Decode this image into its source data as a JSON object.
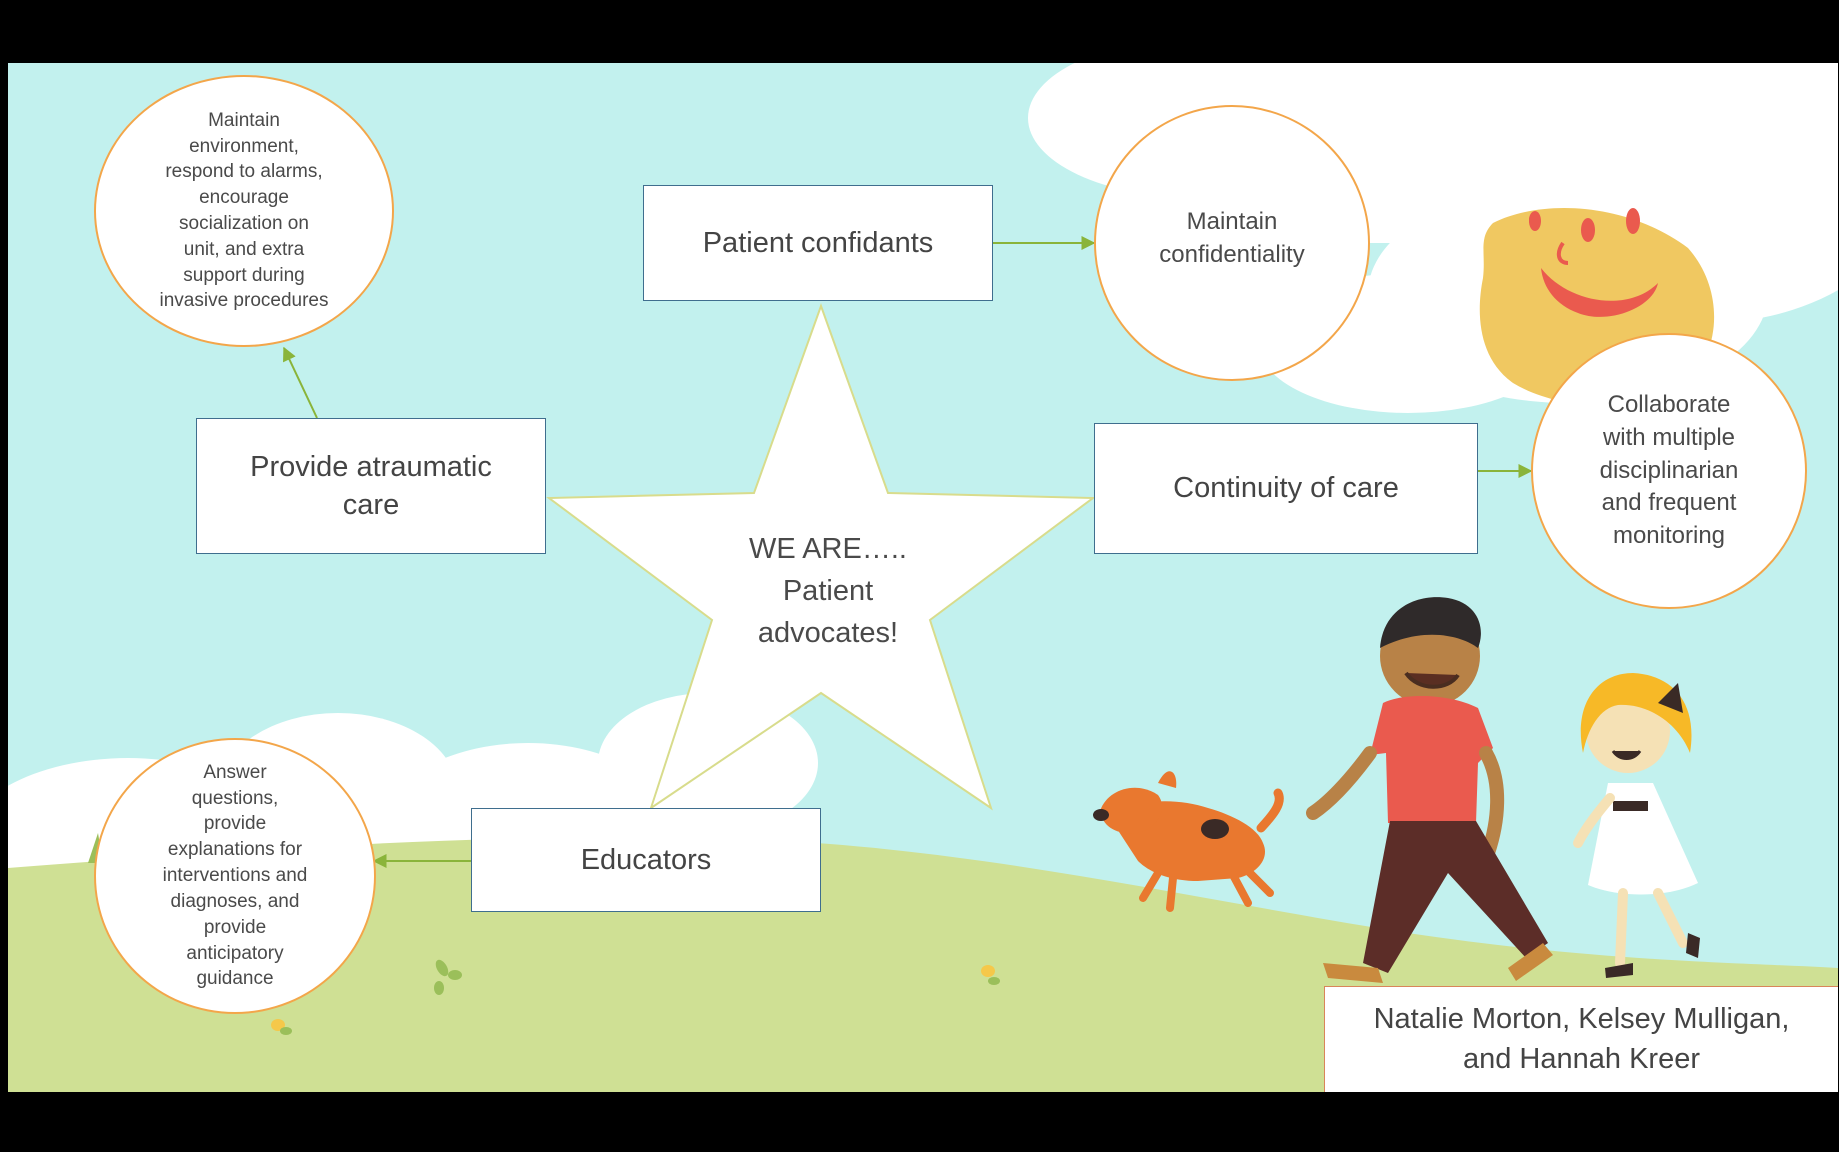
{
  "title": {
    "line1": "WE ARE…..",
    "line2": "Patient",
    "line3": "advocates!"
  },
  "roles": {
    "confidants": "Patient confidants",
    "atraumatic_line1": "Provide atraumatic",
    "atraumatic_line2": "care",
    "continuity": "Continuity of care",
    "educators": "Educators"
  },
  "details": {
    "environment": [
      "Maintain",
      "environment,",
      "respond to alarms,",
      "encourage",
      "socialization on",
      "unit, and extra",
      "support during",
      "invasive procedures"
    ],
    "confidentiality": [
      "Maintain",
      "confidentiality"
    ],
    "collaborate": [
      "Collaborate",
      "with multiple",
      "disciplinarian",
      "and frequent",
      "monitoring"
    ],
    "answer": [
      "Answer",
      "questions,",
      "provide",
      "explanations for",
      "interventions and",
      "diagnoses, and",
      "provide",
      "anticipatory",
      "guidance"
    ]
  },
  "authors": {
    "line1": "Natalie Morton, Kelsey Mulligan,",
    "line2": "and Hannah Kreer"
  },
  "colors": {
    "sky": "#c2f1ee",
    "grass": "#cfe094",
    "circle_border": "#f3a64a",
    "box_border": "#3f6e8e",
    "arrow": "#8ab43a",
    "star_border": "#d8dc8c"
  }
}
